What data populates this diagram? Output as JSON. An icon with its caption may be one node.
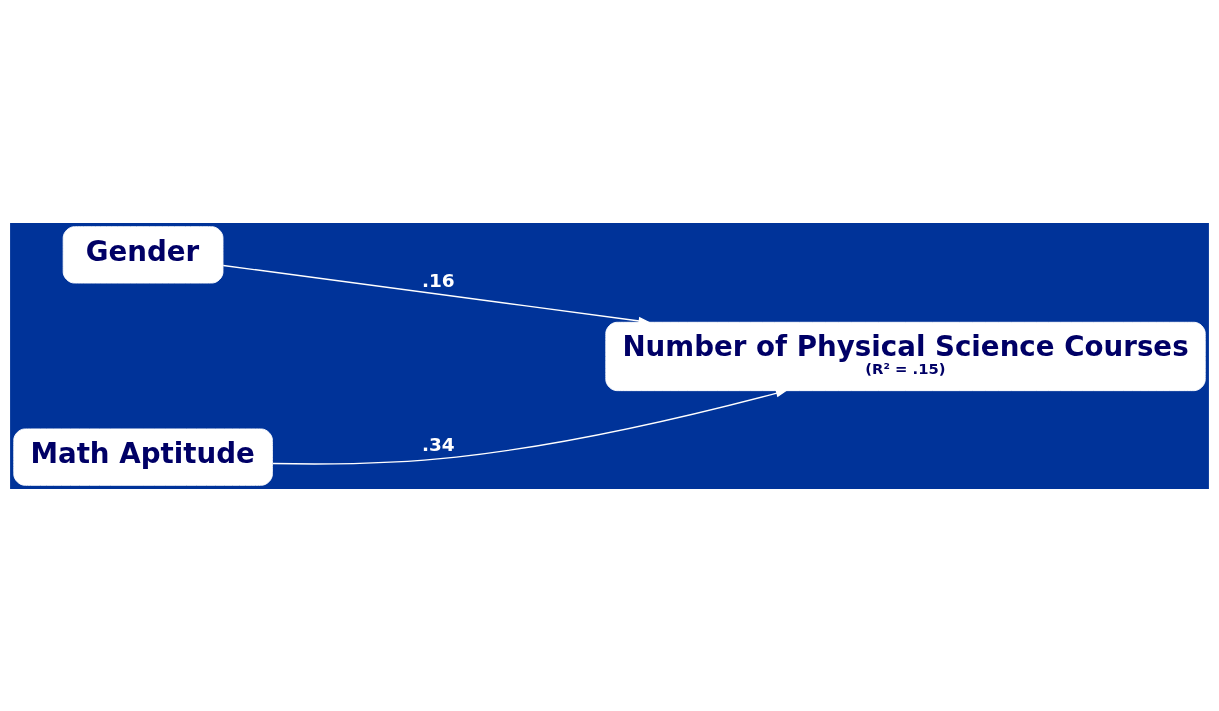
{
  "diagram": {
    "nodes": [
      {
        "text": [
          "Gender"
        ]
      },
      {
        "text": [
          "Math Aptitude"
        ]
      },
      {
        "text": [
          "Number of Physical Science Courses",
          "(R² = .15)"
        ]
      }
    ],
    "edges": [
      {
        "from": 0,
        "to": 2,
        "arrow": "to",
        "label": ".16"
      },
      {
        "from": 1,
        "to": 2,
        "arrow": "to",
        "label": ".34"
      }
    ]
  }
}
